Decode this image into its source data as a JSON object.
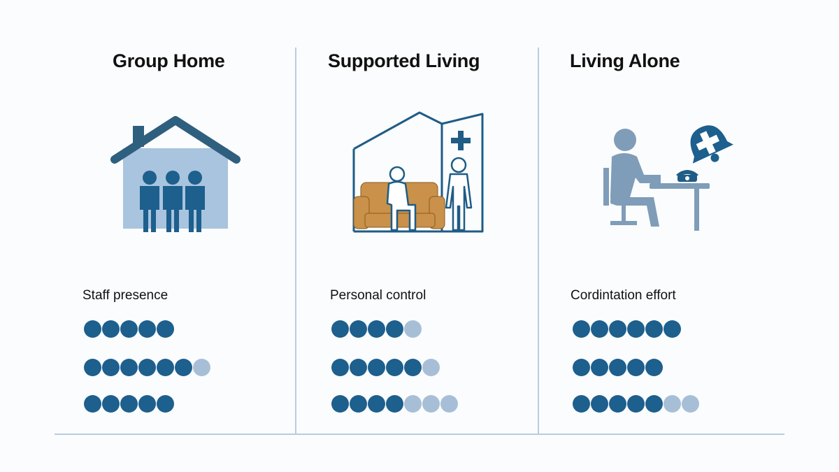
{
  "colors": {
    "filled": "#1d5f8d",
    "empty": "#a7bfd6",
    "house_fill": "#a9c4de",
    "house_roof": "#2f5f7f",
    "sofa": "#c9914a",
    "line": "#1f5c86",
    "person_gray": "#7f9db8"
  },
  "columns": [
    {
      "title": "Group Home",
      "icon": "group-home-icon",
      "metric_label": "Staff presence",
      "ratings": [
        {
          "filled": 5,
          "total": 5
        },
        {
          "filled": 6,
          "total": 7
        },
        {
          "filled": 5,
          "total": 5
        }
      ]
    },
    {
      "title": "Supported Living",
      "icon": "supported-living-icon",
      "metric_label": "Personal control",
      "ratings": [
        {
          "filled": 4,
          "total": 5
        },
        {
          "filled": 5,
          "total": 6
        },
        {
          "filled": 4,
          "total": 7
        }
      ]
    },
    {
      "title": "Living Alone",
      "icon": "living-alone-icon",
      "metric_label": "Cordintation effort",
      "ratings": [
        {
          "filled": 6,
          "total": 6
        },
        {
          "filled": 5,
          "total": 5
        },
        {
          "filled": 5,
          "total": 7
        }
      ]
    }
  ]
}
